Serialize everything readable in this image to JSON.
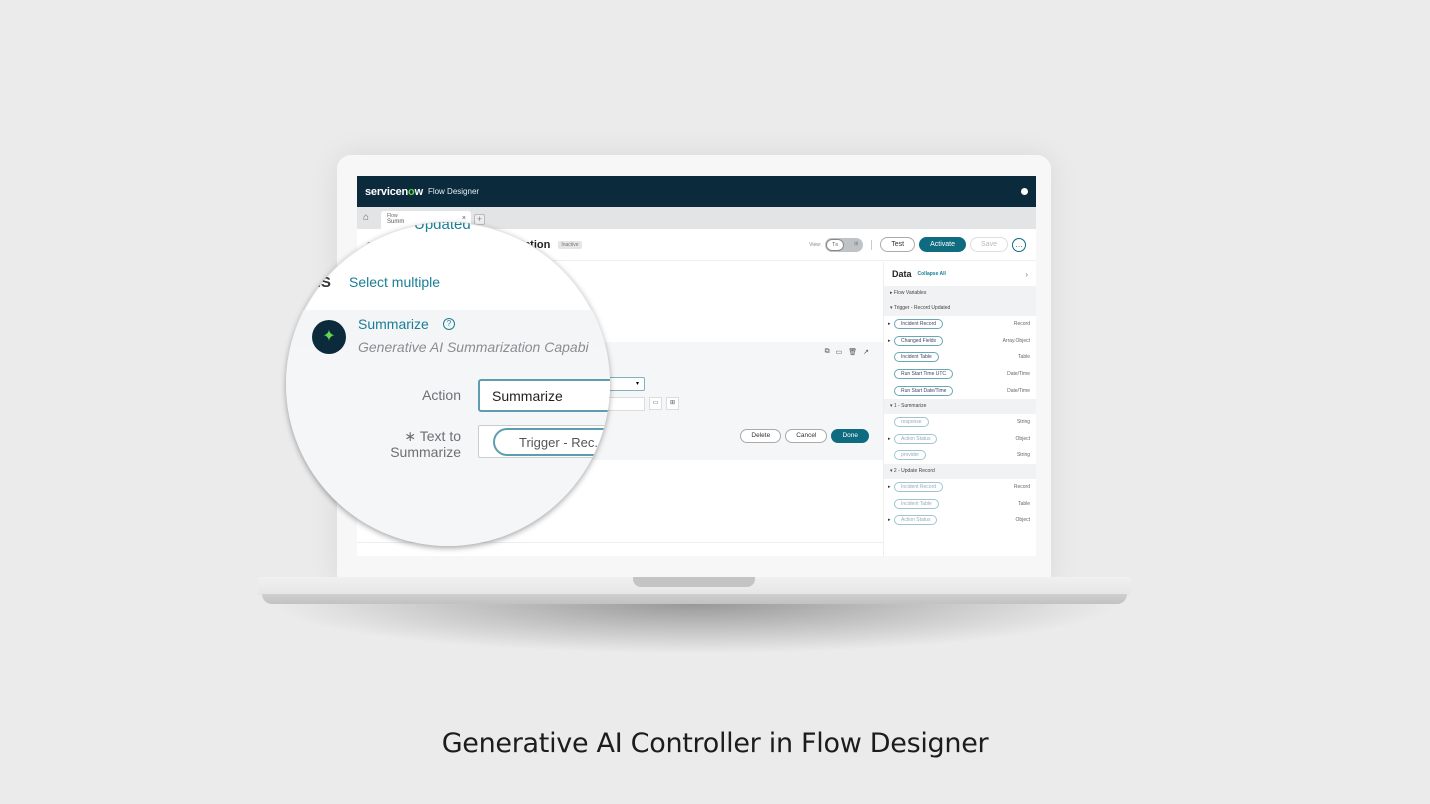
{
  "app": {
    "brand": "servicenow",
    "title": "Flow Designer"
  },
  "tabs": [
    {
      "type_label": "Flow",
      "name": "Summ",
      "close": "×"
    }
  ],
  "tab_add": "+",
  "home_icon": "⌂",
  "flow": {
    "title": "cription",
    "status_badge": "Inactive",
    "view_label": "View:",
    "toggle_on": "T≡",
    "toggle_off": "⊞",
    "buttons": {
      "test": "Test",
      "activate": "Activate",
      "save": "Save",
      "more": "…"
    }
  },
  "step_card": {
    "icons": [
      "copy-icon",
      "comment-icon",
      "trash-icon",
      "external-link-icon"
    ],
    "icon_glyphs": [
      "⧉",
      "▭",
      "🗑",
      "↗"
    ],
    "dropdown_caret": "▾",
    "buttons": {
      "delete": "Delete",
      "cancel": "Cancel",
      "done": "Done"
    }
  },
  "magnifier": {
    "tab_overflow_text": "Updated",
    "section_truncated": "NS",
    "select_multiple": "Select multiple",
    "action_name": "Summarize",
    "help_glyph": "?",
    "action_icon_glyph": "✦",
    "description": "Generative AI Summarization Capabi",
    "action_label": "Action",
    "action_value": "Summarize",
    "text_label_line1": "∗ Text to",
    "text_label_line2": "Summarize",
    "text_value_pill": "Trigger - Rec..."
  },
  "data_panel": {
    "title": "Data",
    "collapse_all": "Collapse All",
    "chevron": "›",
    "sections": [
      {
        "label": "Flow Variables",
        "caret": "▸",
        "items": []
      },
      {
        "label": "Trigger - Record Updated",
        "caret": "▾",
        "items": [
          {
            "name": "Incident Record",
            "type": "Record",
            "expandable": true
          },
          {
            "name": "Changed Fields",
            "type": "Array.Object",
            "expandable": true
          },
          {
            "name": "Incident Table",
            "type": "Table",
            "expandable": false
          },
          {
            "name": "Run Start Time UTC",
            "type": "Date/Time",
            "expandable": false
          },
          {
            "name": "Run Start Date/Time",
            "type": "Date/Time",
            "expandable": false
          }
        ]
      },
      {
        "label": "1 - Summarize",
        "caret": "▾",
        "items": [
          {
            "name": "response",
            "type": "String",
            "expandable": false
          },
          {
            "name": "Action Status",
            "type": "Object",
            "expandable": true
          },
          {
            "name": "provider",
            "type": "String",
            "expandable": false
          }
        ]
      },
      {
        "label": "2 - Update Record",
        "caret": "▾",
        "items": [
          {
            "name": "Incident Record",
            "type": "Record",
            "expandable": true
          },
          {
            "name": "Incident Table",
            "type": "Table",
            "expandable": false
          },
          {
            "name": "Action Status",
            "type": "Object",
            "expandable": true
          }
        ]
      }
    ]
  },
  "caption": "Generative AI Controller in Flow Designer",
  "colors": {
    "topbar": "#0b2b3d",
    "accent": "#1a7e95",
    "primary_button": "#0f6b80",
    "brand_green": "#62d84e",
    "background": "#ebebeb"
  }
}
